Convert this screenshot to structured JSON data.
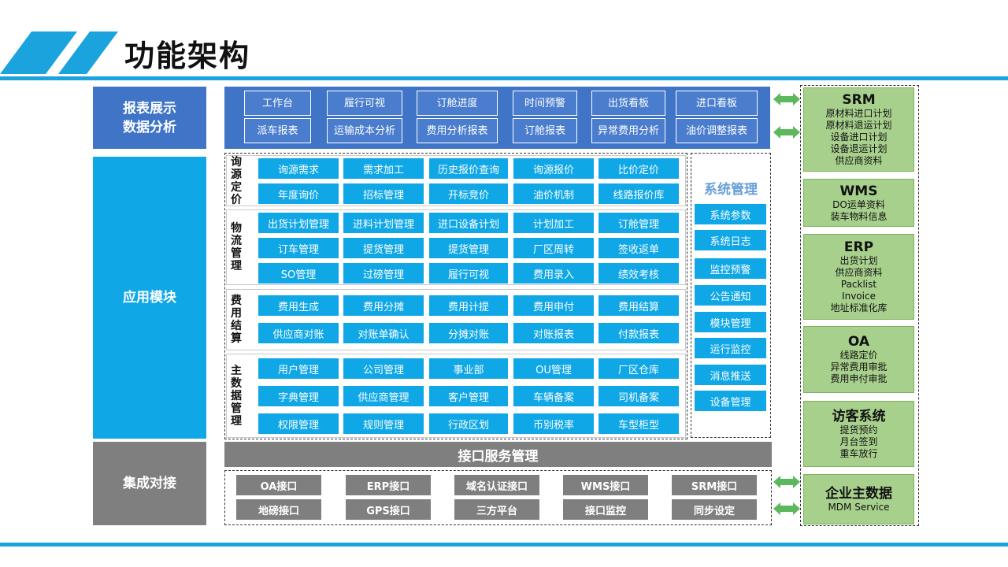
{
  "title": "功能架构",
  "categories": {
    "report": "报表展示\n数据分析",
    "app": "应用模块",
    "integration": "集成对接"
  },
  "report_buttons": [
    [
      "工作台",
      "履行可视",
      "订舱进度",
      "时间预警",
      "出货看板",
      "进口看板"
    ],
    [
      "派车报表",
      "运输成本分析",
      "费用分析报表",
      "订舱报表",
      "异常费用分析",
      "油价调整报表"
    ]
  ],
  "sections": [
    {
      "label": "询源定价",
      "rows": [
        [
          "询源需求",
          "需求加工",
          "历史报价查询",
          "询源报价",
          "比价定价"
        ],
        [
          "年度询价",
          "招标管理",
          "开标竞价",
          "油价机制",
          "线路报价库"
        ]
      ]
    },
    {
      "label": "物流管理",
      "rows": [
        [
          "出货计划管理",
          "进料计划管理",
          "进口设备计划",
          "计划加工",
          "订舱管理"
        ],
        [
          "订车管理",
          "提货管理",
          "提货管理",
          "厂区周转",
          "签收返单"
        ],
        [
          "SO管理",
          "过磅管理",
          "履行可视",
          "费用录入",
          "绩效考核"
        ]
      ]
    },
    {
      "label": "费用结算",
      "rows": [
        [
          "费用生成",
          "费用分摊",
          "费用计提",
          "费用申付",
          "费用结算"
        ],
        [
          "供应商对账",
          "对账单确认",
          "分摊对账",
          "对账报表",
          "付款报表"
        ]
      ]
    },
    {
      "label": "主数据管理",
      "rows": [
        [
          "用户管理",
          "公司管理",
          "事业部",
          "OU管理",
          "厂区仓库"
        ],
        [
          "字典管理",
          "供应商管理",
          "客户管理",
          "车辆备案",
          "司机备案"
        ],
        [
          "权限管理",
          "规则管理",
          "行政区划",
          "币别税率",
          "车型柜型"
        ]
      ]
    }
  ],
  "system": {
    "title": "系统管理",
    "items": [
      "系统参数",
      "系统日志",
      "监控预警",
      "公告通知",
      "模块管理",
      "运行监控",
      "消息推送",
      "设备管理"
    ]
  },
  "interface_bar": "接口服务管理",
  "interfaces": [
    [
      "OA接口",
      "ERP接口",
      "域名认证接口",
      "WMS接口",
      "SRM接口"
    ],
    [
      "地磅接口",
      "GPS接口",
      "三方平台",
      "接口监控",
      "同步设定"
    ]
  ],
  "external": [
    {
      "name": "SRM",
      "lines": [
        "原材料进口计划",
        "原材料退运计划",
        "设备进口计划",
        "设备退运计划",
        "供应商资料"
      ]
    },
    {
      "name": "WMS",
      "lines": [
        "DO运单资料",
        "装车物料信息"
      ]
    },
    {
      "name": "ERP",
      "lines": [
        "出货计划",
        "供应商资料",
        "Packlist",
        "Invoice",
        "地址标准化库"
      ]
    },
    {
      "name": "OA",
      "lines": [
        "线路定价",
        "异常费用审批",
        "费用申付审批"
      ]
    },
    {
      "name": "访客系统",
      "lines": [
        "提货预约",
        "月台签到",
        "重车放行"
      ]
    },
    {
      "name": "企业主数据",
      "lines": [
        "MDM Service"
      ]
    }
  ],
  "colors": {
    "accent": "#1aa3dc",
    "report_blue": "#3f74c7",
    "module_blue": "#10a7e6",
    "gray": "#7f7f7f",
    "green": "#a8d08d",
    "arrow_green": "#5cb85c"
  }
}
